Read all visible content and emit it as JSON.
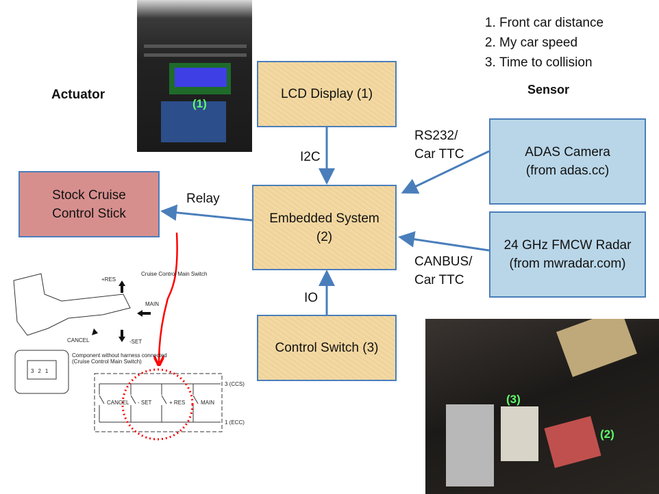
{
  "list": [
    "Front car distance",
    "My car speed",
    "Time to collision"
  ],
  "headings": {
    "actuator": "Actuator",
    "sensor": "Sensor"
  },
  "boxes": {
    "lcd": "LCD Display (1)",
    "embedded": [
      "Embedded System",
      "(2)"
    ],
    "control": "Control Switch (3)",
    "stock": [
      "Stock Cruise",
      "Control Stick"
    ],
    "adas": [
      "ADAS Camera",
      "(from adas.cc)"
    ],
    "radar": [
      "24 GHz FMCW Radar",
      "(from mwradar.com)"
    ]
  },
  "links": {
    "i2c": "I2C",
    "relay": "Relay",
    "rs232": [
      "RS232/",
      "Car TTC"
    ],
    "canbus": [
      "CANBUS/",
      "Car TTC"
    ],
    "io": "IO"
  },
  "photo_labels": {
    "lcd": "(1)",
    "switch": "(3)",
    "board": "(2)"
  },
  "schematic": {
    "title": "Cruise Control Main Switch",
    "res": "+RES",
    "main": "MAIN",
    "cancel": "CANCEL",
    "set": "-SET",
    "caption": [
      "Component without harness connected",
      "(Cruise Control Main Switch)"
    ],
    "pins": [
      "3",
      "2",
      "1"
    ],
    "switches": [
      "CANCEL",
      "- SET",
      "+ RES",
      "MAIN"
    ],
    "terminals": [
      "3 (CCS)",
      "1 (ECC)"
    ]
  },
  "colors": {
    "box_border": "#4a7ebb",
    "arrow": "#4a7ebb",
    "red": "#ff0000",
    "label_green": "#5fff6a"
  }
}
